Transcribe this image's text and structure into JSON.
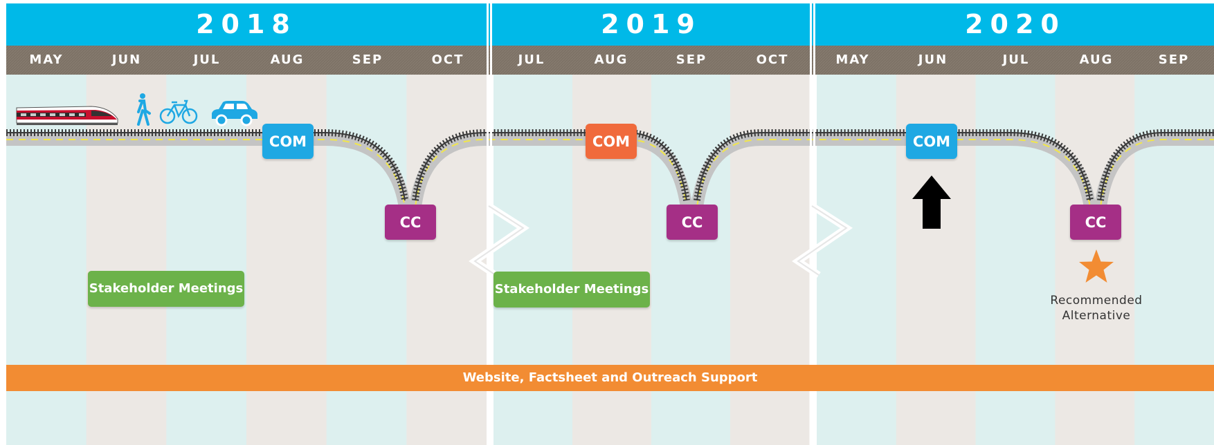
{
  "years": [
    {
      "label": "2018",
      "months": [
        "MAY",
        "JUN",
        "JUL",
        "AUG",
        "SEP",
        "OCT"
      ]
    },
    {
      "label": "2019",
      "months": [
        "JUL",
        "AUG",
        "SEP",
        "OCT"
      ]
    },
    {
      "label": "2020",
      "months": [
        "MAY",
        "JUN",
        "JUL",
        "AUG",
        "SEP"
      ]
    }
  ],
  "milestones": [
    {
      "label": "COM",
      "type": "com",
      "color": "#1fa8e3"
    },
    {
      "label": "COM",
      "type": "com",
      "color": "#f06a3c"
    },
    {
      "label": "COM",
      "type": "com",
      "color": "#1fa8e3"
    },
    {
      "label": "CC",
      "type": "cc",
      "color": "#a52f86"
    },
    {
      "label": "CC",
      "type": "cc",
      "color": "#a52f86"
    },
    {
      "label": "CC",
      "type": "cc",
      "color": "#a52f86"
    }
  ],
  "activities": [
    {
      "label": "Stakeholder Meetings",
      "color": "#6cb24a"
    },
    {
      "label": "Stakeholder Meetings",
      "color": "#6cb24a"
    }
  ],
  "support_band": {
    "label": "Website, Factsheet and Outreach Support",
    "color": "#f28c33"
  },
  "recommended": {
    "line1": "Recommended",
    "line2": "Alternative",
    "star_color": "#f28c33"
  },
  "colors": {
    "year_header": "#00b9e8",
    "month_header": "#7d7266",
    "col_light": "#ddf0ef",
    "col_dark": "#ece8e4",
    "track_bed": "#c4c4c4",
    "center_line": "#f1e64a",
    "rail": "#3a3a3a",
    "icon_blue": "#1fa8e3",
    "arrow": "#000000"
  },
  "icons": [
    "train-icon",
    "pedestrian-icon",
    "bicycle-icon",
    "car-icon",
    "up-arrow-icon",
    "star-icon"
  ]
}
